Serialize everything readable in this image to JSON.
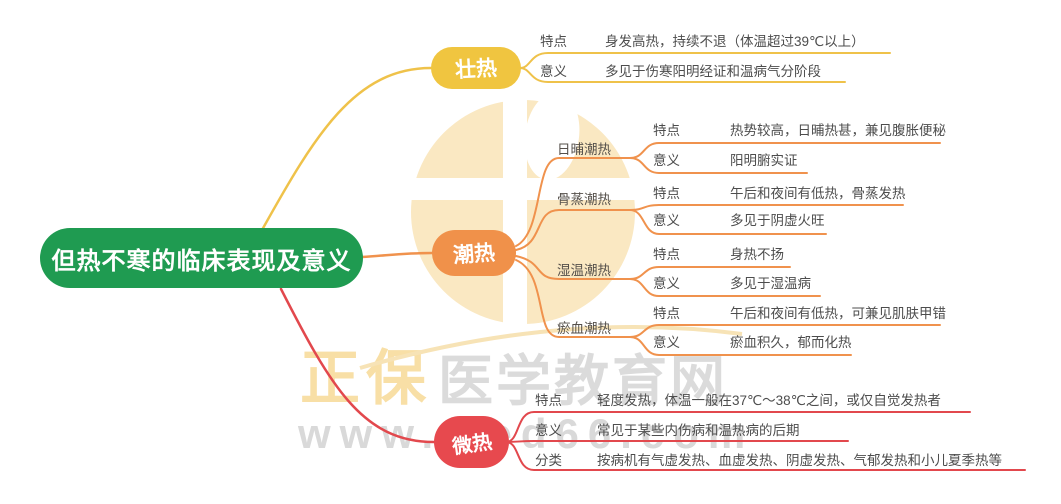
{
  "root": {
    "label": "但热不寒的临床表现及意义"
  },
  "watermark": {
    "brand": "正保",
    "site": "医学教育网",
    "url": "www.med66.com",
    "logo": "zhengbao-circle-cross-logo"
  },
  "colors": {
    "root_green": "#1F9B51",
    "strong_heat_yellow": "#F0C540",
    "tidal_heat_orange": "#F0914A",
    "mild_heat_red": "#E7494E",
    "detail_text": "#4D4D4D",
    "watermark_gold": "#F8DFA6",
    "watermark_gray": "#DBDBDB",
    "logo_cream": "#FAE8C2"
  },
  "branches": [
    {
      "label": "壮热",
      "rows": [
        {
          "term": "特点",
          "text": "身发高热，持续不退（体温超过39℃以上）"
        },
        {
          "term": "意义",
          "text": "多见于伤寒阳明经证和温病气分阶段"
        }
      ]
    },
    {
      "label": "潮热",
      "children": [
        {
          "label": "日晡潮热",
          "rows": [
            {
              "term": "特点",
              "text": "热势较高，日晡热甚，兼见腹胀便秘"
            },
            {
              "term": "意义",
              "text": "阳明腑实证"
            }
          ]
        },
        {
          "label": "骨蒸潮热",
          "rows": [
            {
              "term": "特点",
              "text": "午后和夜间有低热，骨蒸发热"
            },
            {
              "term": "意义",
              "text": "多见于阴虚火旺"
            }
          ]
        },
        {
          "label": "湿温潮热",
          "rows": [
            {
              "term": "特点",
              "text": "身热不扬"
            },
            {
              "term": "意义",
              "text": "多见于湿温病"
            }
          ]
        },
        {
          "label": "瘀血潮热",
          "rows": [
            {
              "term": "特点",
              "text": "午后和夜间有低热，可兼见肌肤甲错"
            },
            {
              "term": "意义",
              "text": "瘀血积久，郁而化热"
            }
          ]
        }
      ]
    },
    {
      "label": "微热",
      "rows": [
        {
          "term": "特点",
          "text": "轻度发热，体温一般在37℃～38℃之间，或仅自觉发热者"
        },
        {
          "term": "意义",
          "text": "常见于某些内伤病和温热病的后期"
        },
        {
          "term": "分类",
          "text": "按病机有气虚发热、血虚发热、阴虚发热、气郁发热和小儿夏季热等"
        }
      ]
    }
  ]
}
